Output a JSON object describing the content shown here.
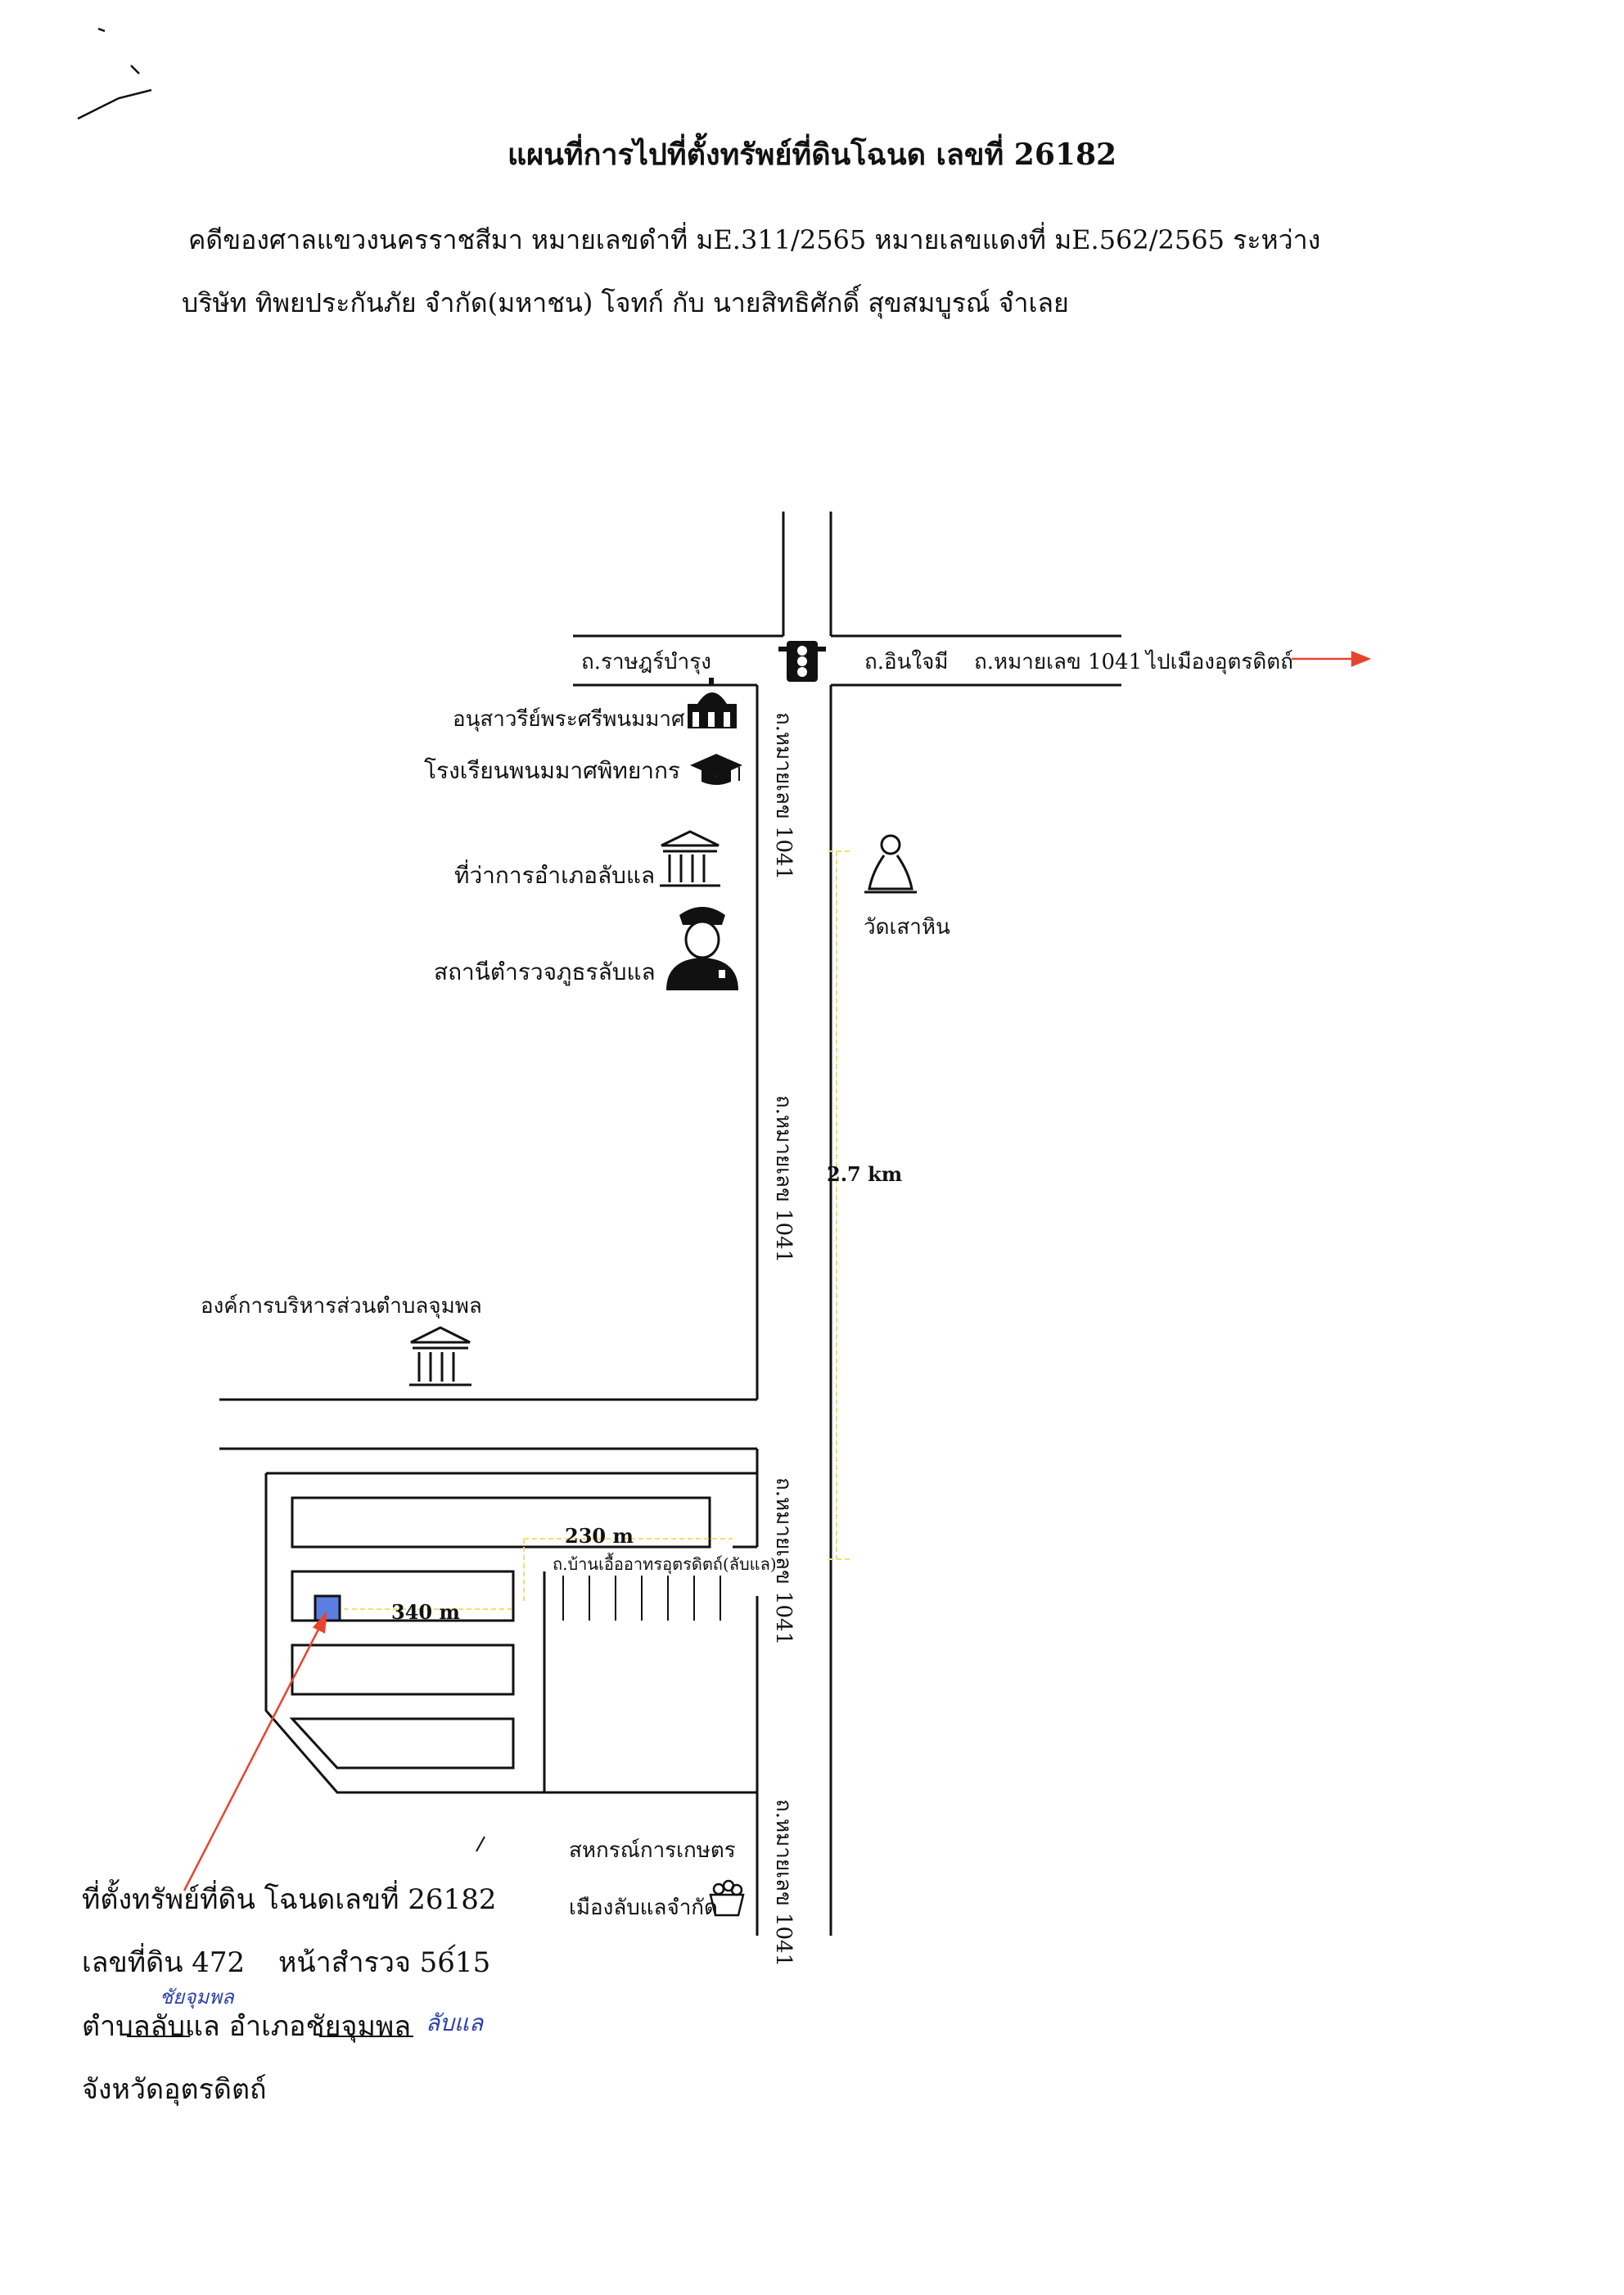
{
  "title": "แผนที่การไปที่ตั้งทรัพย์ที่ดินโฉนด เลขที่ 26182",
  "header": {
    "line1": "คดีของศาลแขวงนครราชสีมา  หมายเลขดำที่ มE.311/2565   หมายเลขแดงที่ มE.562/2565   ระหว่าง",
    "line2": "บริษัท ทิพยประกันภัย จำกัด(มหาชน) โจทก์ กับ นายสิทธิศักดิ์  สุขสมบูรณ์   จำเลย"
  },
  "roads": {
    "west": "ถ.ราษฎร์บำรุง",
    "east_1": "ถ.อินใจมี",
    "east_2": "ถ.หมายเลข  1041",
    "to_city": "ไปเมืองอุตรดิตถ์",
    "highway": "ถ.หมายเลข 1041",
    "side_road": "ถ.บ้านเอื้ออาทรอุตรดิตถ์(ลับแล)"
  },
  "landmarks": {
    "monument": "อนุสาวรีย์พระศรีพนมมาศ",
    "school": "โรงเรียนพนมมาศพิทยากร",
    "district_office": "ที่ว่าการอำเภอลับแล",
    "police": "สถานีตำรวจภูธรลับแล",
    "temple": "วัดเสาหิน",
    "sao": "องค์การบริหารส่วนตำบลจุมพล",
    "coop_1": "สหกรณ์การเกษตร",
    "coop_2": "เมืองลับแลจำกัด"
  },
  "distances": {
    "d1": "2.7 km",
    "d2": "230 m",
    "d3": "340 m"
  },
  "location": {
    "line1": "ที่ตั้งทรัพย์ที่ดิน โฉนดเลขที่ 26182",
    "line2a": "เลขที่ดิน 472",
    "line2b": "หน้าสำรวจ 5615",
    "line3": "ตำบลลับแล  อำเภอชัยจุมพล",
    "line4": "จังหวัดอุตรดิตถ์"
  },
  "handwritten": {
    "above": "ชัยจุมพล",
    "right": "ลับแล"
  },
  "colors": {
    "arrow": "#e8432e",
    "parcel": "#5b7fe0",
    "guide": "#f2e06a",
    "ink": "#111111"
  }
}
